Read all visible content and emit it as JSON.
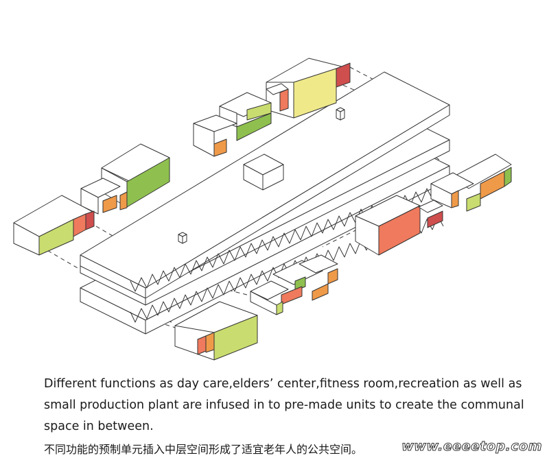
{
  "caption": {
    "en_line1": "Different functions as day care,elders’ center,fitness room,recreation as well as",
    "en_line2": "small production plant are infused in to pre-made units to create the communal",
    "en_line3": "space in between.",
    "cn": "不同功能的预制单元插入中层空间形成了适宜老年人的公共空间。"
  },
  "watermark": "www.eeeetop.com",
  "colors": {
    "green": "#8fc04f",
    "light_green": "#c9dc6f",
    "yellow": "#efe98a",
    "orange": "#ef9a49",
    "red_orange": "#ef7a5d",
    "red": "#cf4e4e",
    "outline": "#333333"
  }
}
